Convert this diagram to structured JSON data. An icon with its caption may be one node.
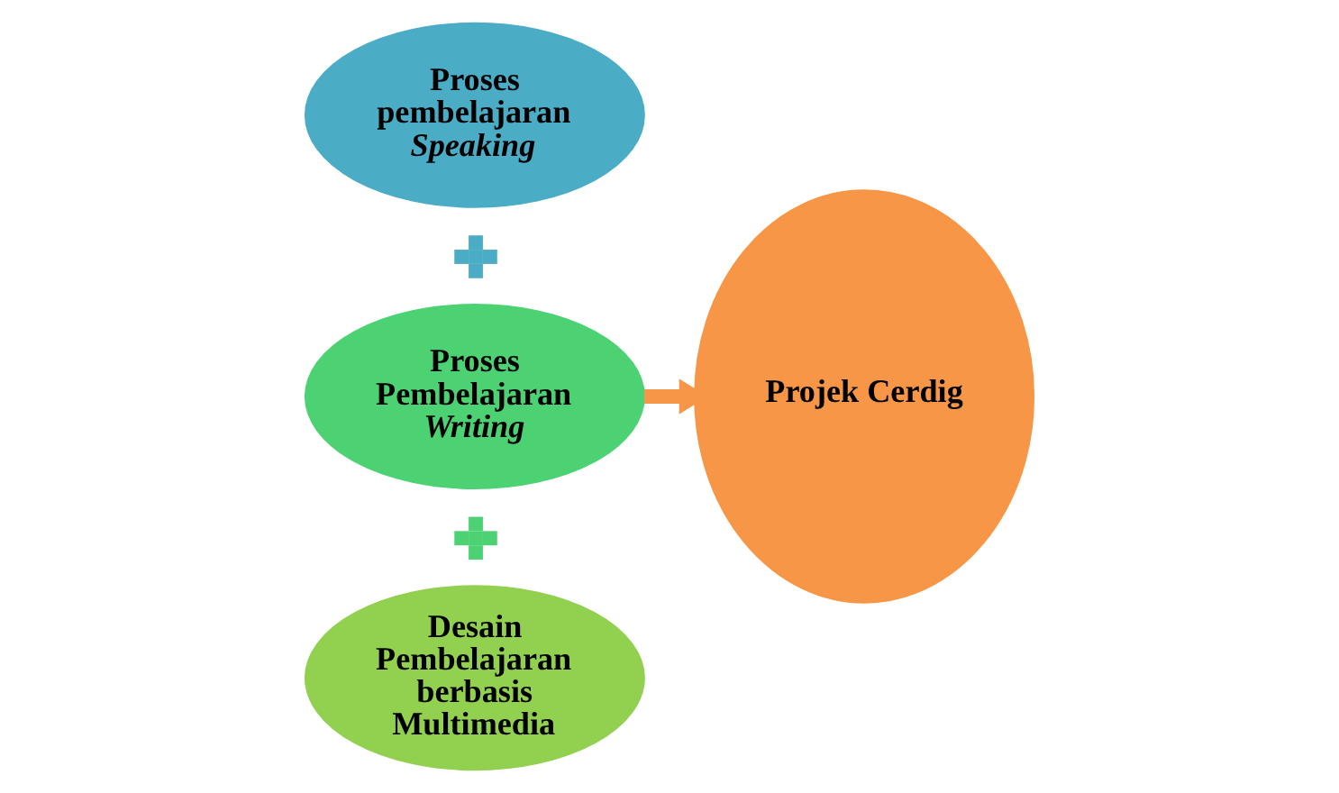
{
  "diagram": {
    "nodes": [
      {
        "text": [
          "Proses pembelajaran *Speaking*"
        ]
      },
      {
        "text": [],
        "shape": "plus"
      },
      {
        "text": [
          "Proses Pembelajaran *Writing*"
        ]
      },
      {
        "text": [],
        "shape": "plus"
      },
      {
        "text": [
          "Desain Pembelajaran berbasis Multimedia"
        ]
      },
      {
        "text": [
          "Projek Cerdig"
        ]
      }
    ],
    "edges": [
      {
        "from": 2,
        "to": 5,
        "arrow": "to",
        "color": "#f79646"
      }
    ]
  }
}
